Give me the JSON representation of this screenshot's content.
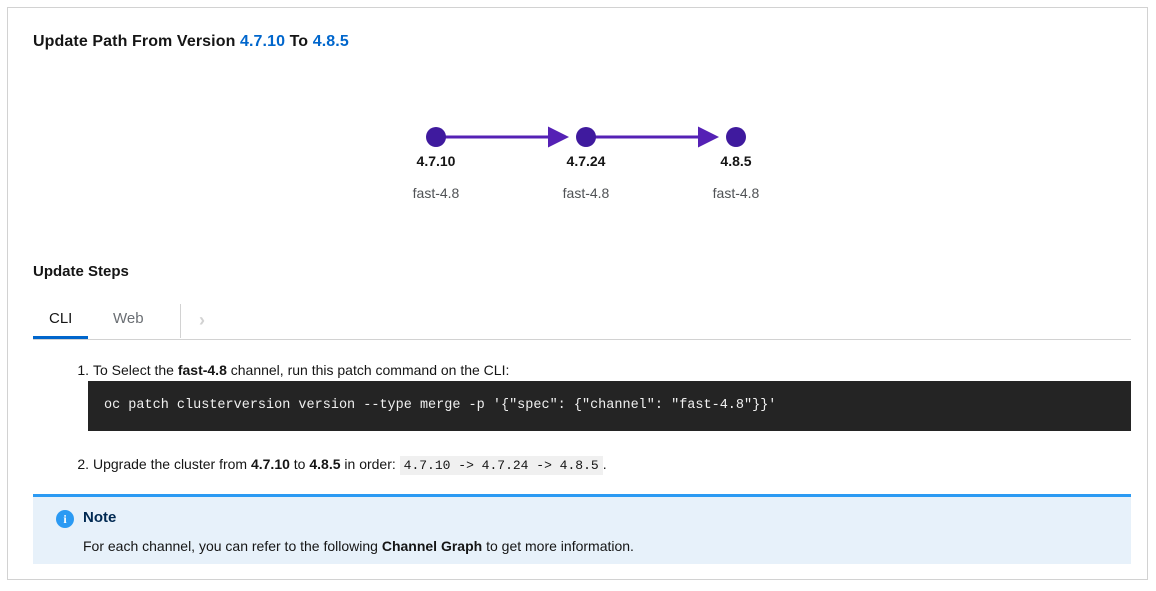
{
  "card": {
    "path_heading": {
      "prefix": "Update Path From Version ",
      "from_version": "4.7.10",
      "connector": " To ",
      "to_version": "4.8.5"
    },
    "graph": {
      "nodes": [
        {
          "version": "4.7.10",
          "channel": "fast-4.8"
        },
        {
          "version": "4.7.24",
          "channel": "fast-4.8"
        },
        {
          "version": "4.8.5",
          "channel": "fast-4.8"
        }
      ],
      "node_color": "#3f1a9e",
      "edge_color": "#5521b5"
    },
    "steps_section": {
      "title": "Update Steps",
      "tabs": [
        {
          "id": "cli",
          "label": "CLI",
          "active": true
        },
        {
          "id": "web",
          "label": "Web",
          "active": false
        }
      ],
      "scroll_chevron": "›",
      "active_tab_color": "#0066cc",
      "steps": [
        {
          "number": "1.",
          "text_before": "To Select the ",
          "bold": "fast-4.8",
          "text_after": " channel, run this patch command on the CLI:",
          "code": "oc patch clusterversion version --type merge -p '{\"spec\": {\"channel\": \"fast-4.8\"}}'"
        },
        {
          "number": "2.",
          "text_before": "Upgrade the cluster from ",
          "bold_from": "4.7.10",
          "text_mid": " to ",
          "bold_to": "4.8.5",
          "text_after": " in order: ",
          "inline_code": "4.7.10 -> 4.7.24 -> 4.8.5",
          "text_end": "."
        }
      ]
    },
    "note_alert": {
      "icon": "i",
      "title": "Note",
      "body_before": "For each channel, you can refer to the following ",
      "body_bold": "Channel Graph",
      "body_after": " to get more information.",
      "accent_color": "#2b9af3",
      "background_color": "#e7f1fa"
    }
  }
}
